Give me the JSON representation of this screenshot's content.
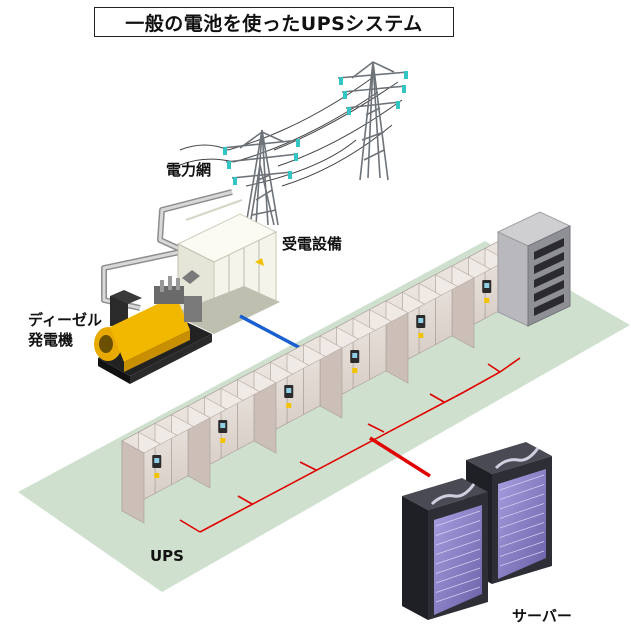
{
  "title": "一般の電池を使ったUPSシステム",
  "labels": {
    "grid": "電力網",
    "substation": "受電設備",
    "generator_line1": "ディーゼル",
    "generator_line2": "発電機",
    "ups": "UPS",
    "servers": "サーバー"
  },
  "colors": {
    "floor": "#cfe0cf",
    "cabinet_front": "#e4dcd6",
    "cabinet_side": "#cbbfb8",
    "cabinet_top": "#f0eae6",
    "wire_red": "#e00000",
    "wire_blue": "#1a5fd0",
    "generator_yellow": "#f2b800",
    "server_dark": "#2e2e36",
    "server_glass": "#8a80c8",
    "tower_steel": "#6d7378",
    "insulator": "#33c4c4"
  },
  "icons": [
    "transmission-tower-icon",
    "substation-icon",
    "diesel-generator-icon",
    "ups-cabinet-icon",
    "server-rack-icon",
    "air-conditioner-icon"
  ]
}
